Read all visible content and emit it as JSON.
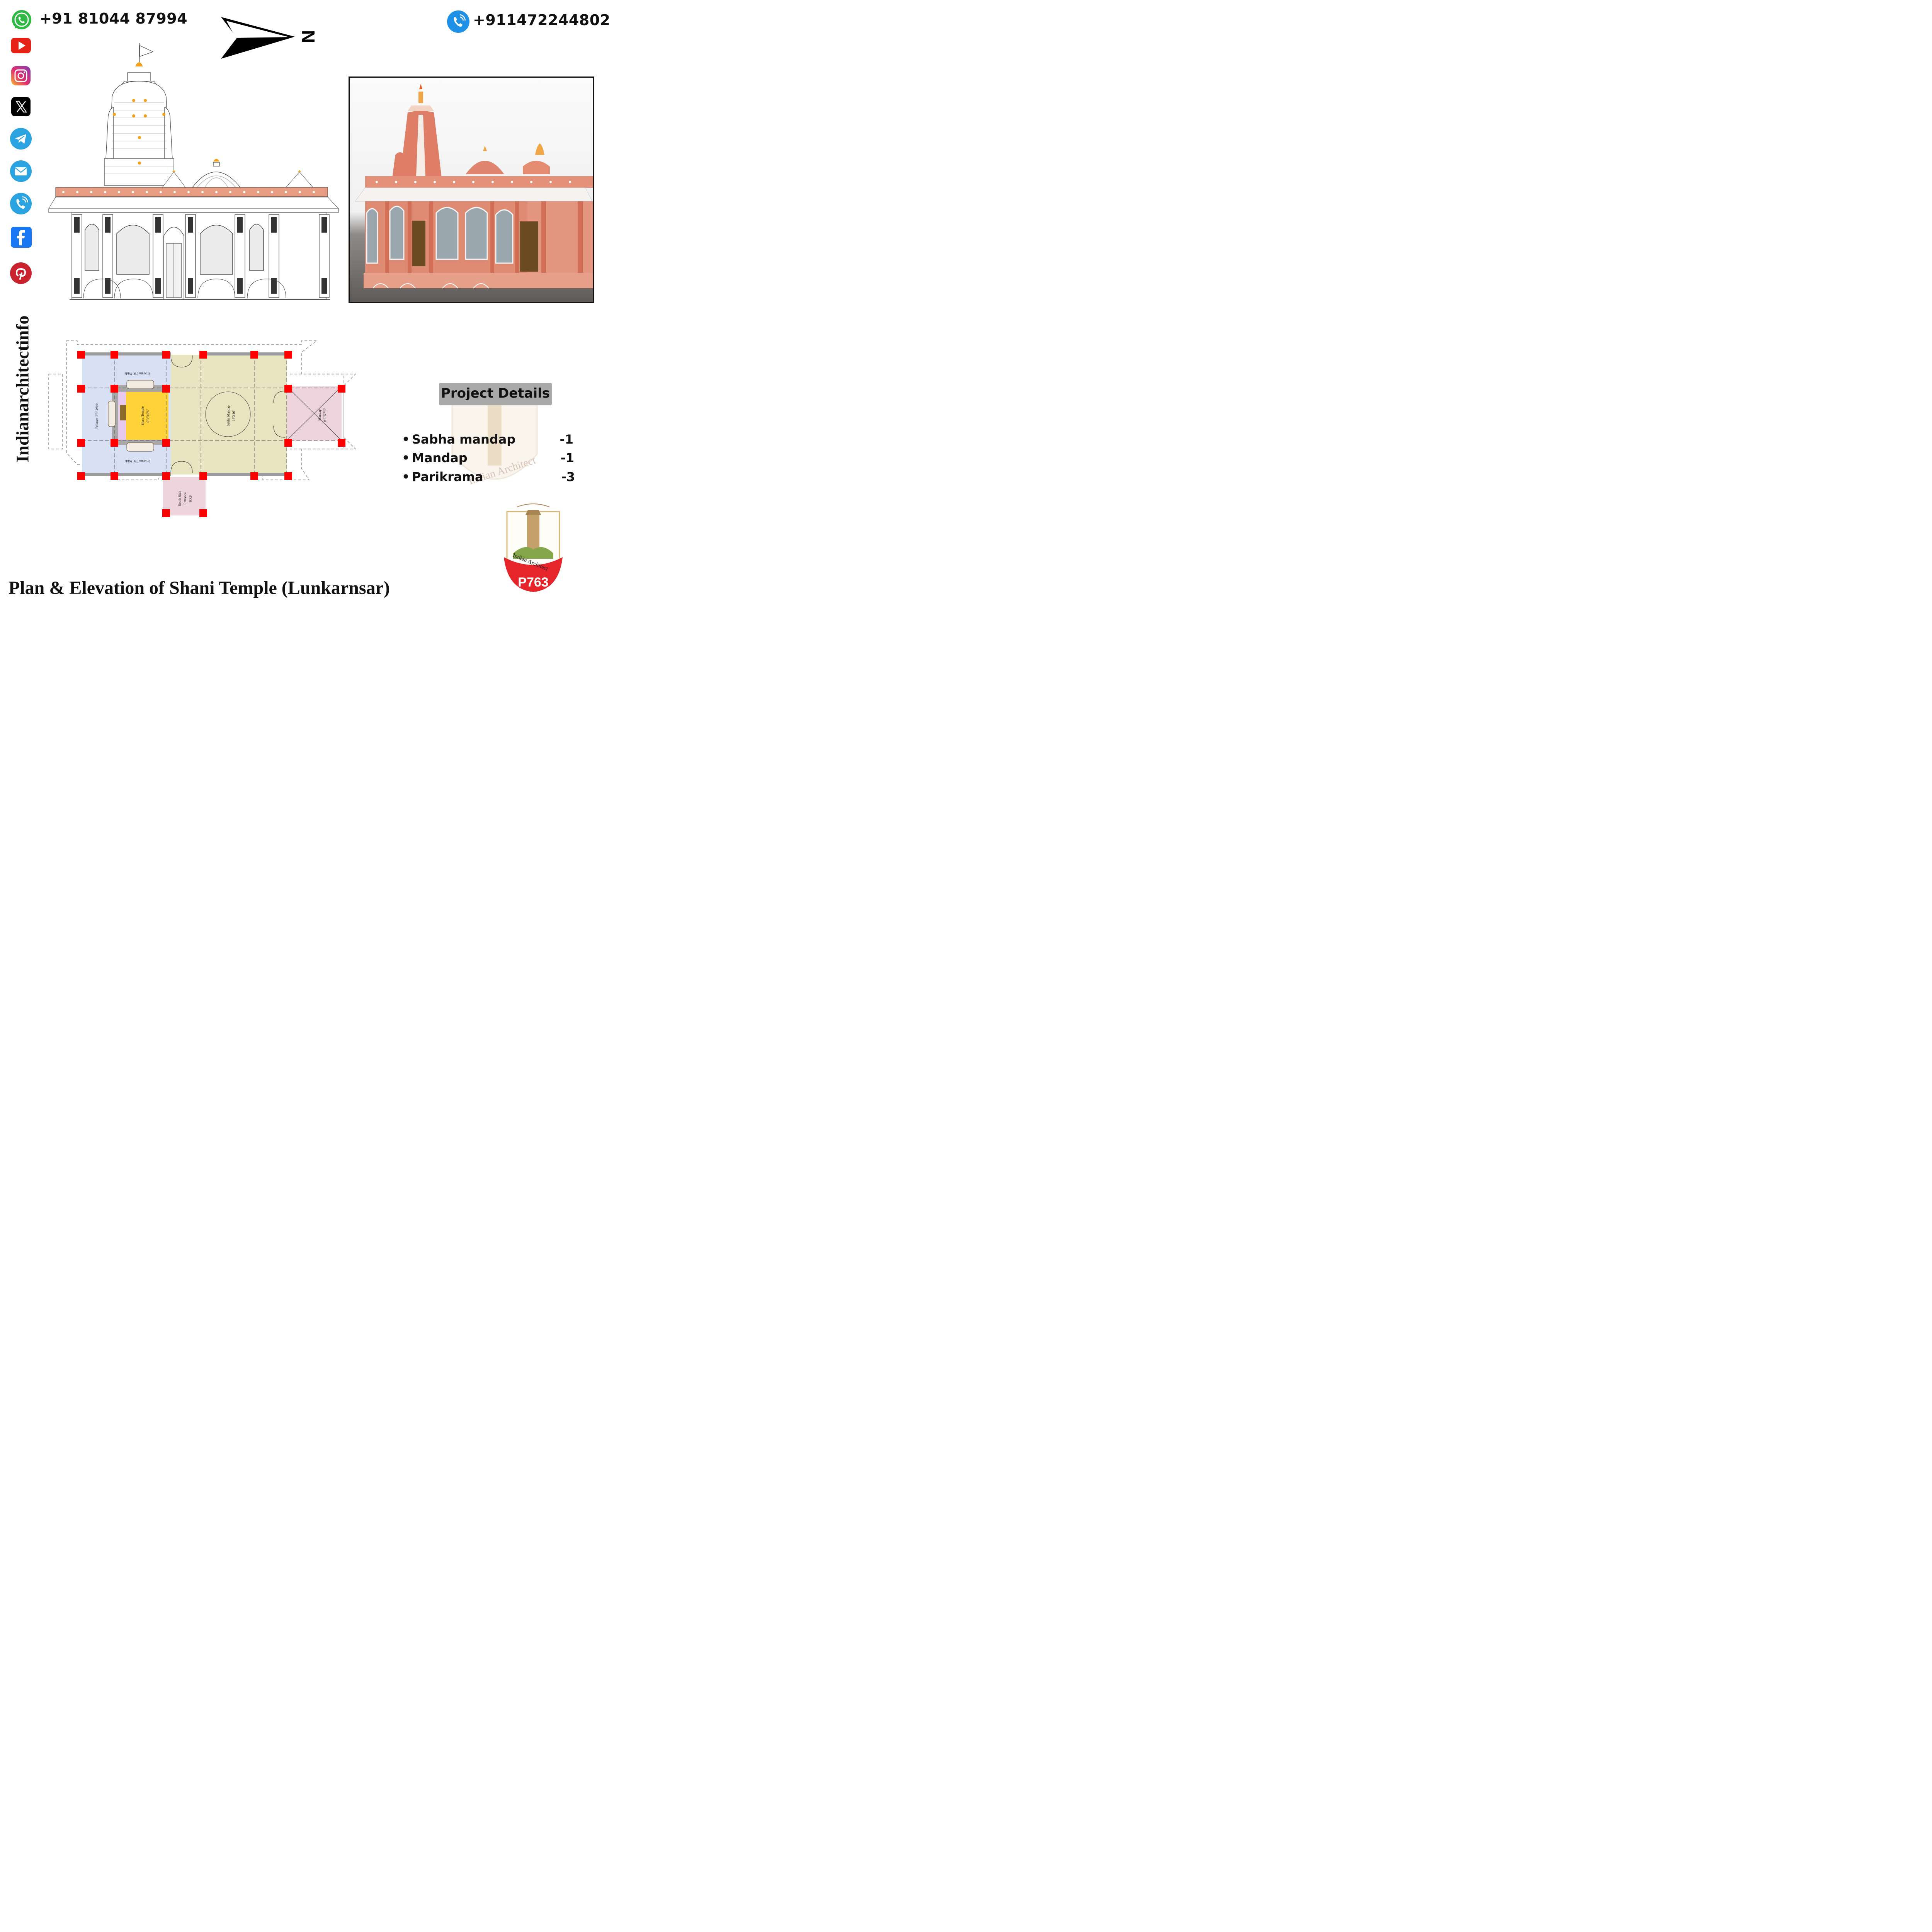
{
  "contacts": {
    "whatsapp": "+91 81044 87994",
    "phone": "+911472244802"
  },
  "brand": {
    "vertical_name": "Indianarchitectinfo",
    "watermark_text": "Indian Architect",
    "badge_code": "P763"
  },
  "compass": {
    "letter": "N"
  },
  "social_icons": [
    "whatsapp-icon",
    "youtube-icon",
    "instagram-icon",
    "x-icon",
    "telegram-icon",
    "email-icon",
    "phone-icon",
    "facebook-icon",
    "pinterest-icon"
  ],
  "plan_labels": {
    "prikram_top": "Prikram 3'9\" Wide",
    "prikram_bottom": "Prikram 3'9\" Wide",
    "prikram_left": "Prikram 3'9\" Wide",
    "shani_temple": "Shani Temple",
    "shani_size": "6'3\"X6'6\"",
    "sabha_mandap": "Sabha Mandap",
    "sabha_size": "16'X16'",
    "mandap": "Mandap",
    "mandap_size": "8'6\"X7'6\"",
    "south_entrance_1": "South Side",
    "south_entrance_2": "Entrance",
    "south_entrance_size": "6'X6'"
  },
  "project_details": {
    "heading": "Project Details",
    "items": [
      {
        "label": "Sabha mandap",
        "value": "-1"
      },
      {
        "label": "Mandap",
        "value": "-1"
      },
      {
        "label": "Parikrama",
        "value": "-3"
      }
    ]
  },
  "footer": {
    "title": "Plan & Elevation of Shani Temple (Lunkarnsar)"
  },
  "colors": {
    "pillar_red": "#ff0000",
    "prikram_blue": "#d7e1f3",
    "sabha_khaki": "#e8e4bf",
    "mandap_pink": "#ecd3dc",
    "sanctum_yellow": "#ffd23a",
    "temple_terracotta": "#e0806a",
    "badge_red": "#e5252a"
  }
}
